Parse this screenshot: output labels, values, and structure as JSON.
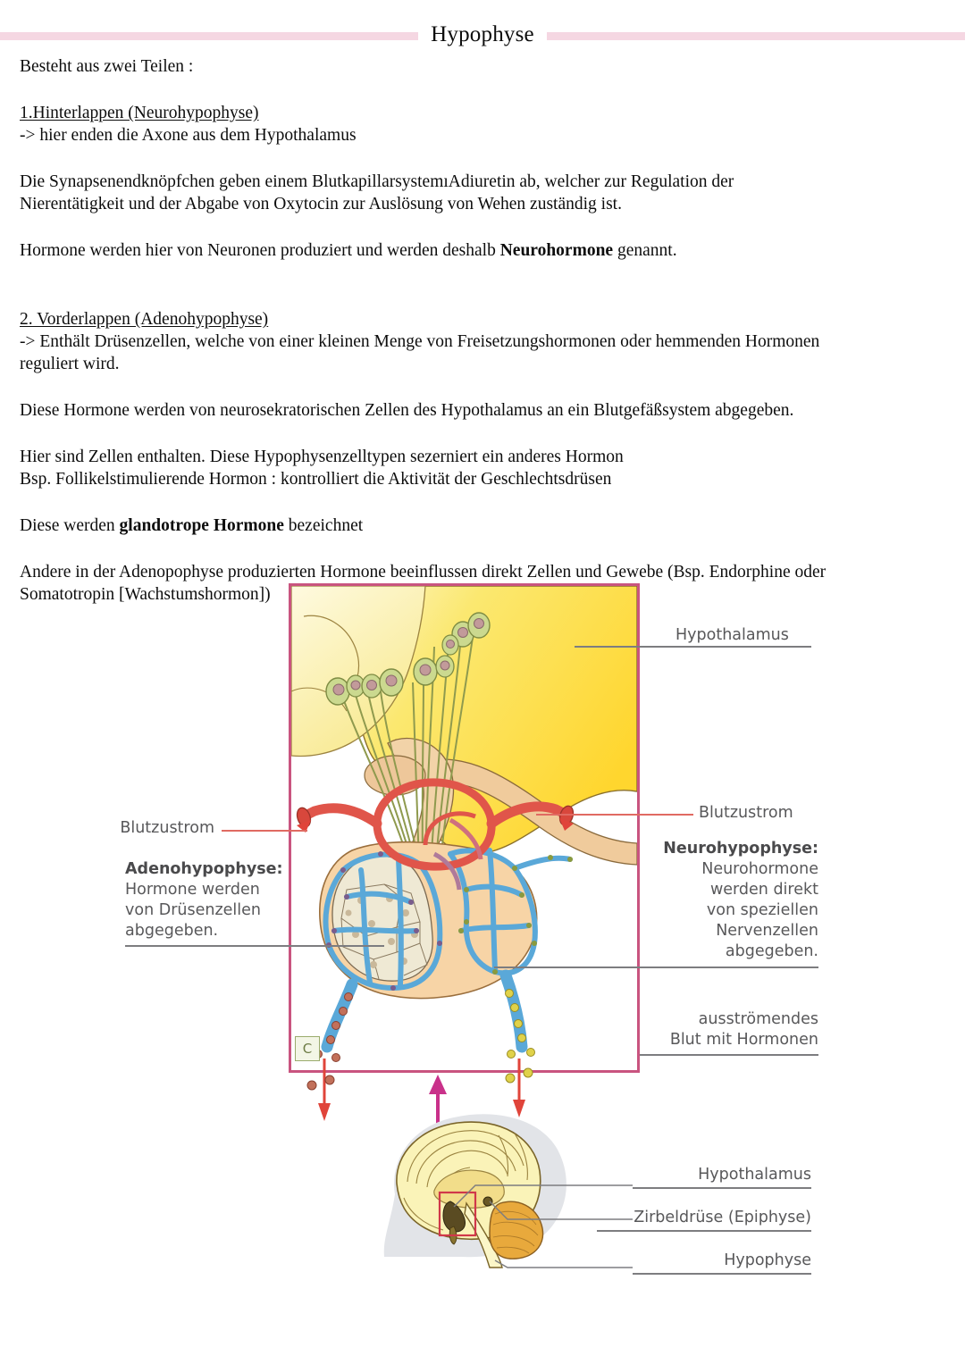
{
  "document": {
    "title": "Hypophyse",
    "intro": "Besteht aus zwei Teilen :",
    "section1_heading": "1.Hinterlappen (Neurohypophyse)",
    "section1_arrow": "-> hier enden die Axone aus dem Hypothalamus",
    "para1_line1": "Die Synapsenendknöpfchen geben einem BlutkapillarsystemıAdiuretin ab, welcher zur Regulation der",
    "para1_line2": "Nierentätigkeit  und der Abgabe von Oxytocin zur Auslösung von Wehen zuständig ist.",
    "para2_pre": "Hormone werden hier von Neuronen produziert und werden deshalb ",
    "para2_bold": "Neurohormone",
    "para2_post": " genannt.",
    "section2_heading": "2. Vorderlappen (Adenohypophyse)",
    "section2_line1": "-> Enthält Drüsenzellen, welche von einer kleinen Menge von Freisetzungshormonen oder hemmenden Hormonen",
    "section2_line2": "reguliert wird.",
    "para3": "Diese Hormone werden von neurosekratorischen Zellen des Hypothalamus an ein Blutgefäßsystem abgegeben.",
    "para4_line1": "Hier sind Zellen enthalten. Diese Hypophysenzelltypen sezerniert ein anderes Hormon",
    "para4_line2": "Bsp. Follikelstimulierende Hormon : kontrolliert die Aktivität der Geschlechtsdrüsen",
    "para5_pre": "Diese werden ",
    "para5_bold": "glandotrope Hormone",
    "para5_post": " bezeichnet",
    "para6_line1": "Andere in der Adenopophyse produzierten Hormone beeinflussen direkt Zellen und Gewebe (Bsp. Endorphine oder",
    "para6_line2": "Somatotropin [Wachstumshormon])"
  },
  "figure": {
    "panel_marker": "C",
    "labels": {
      "hypothalamus_top": "Hypothalamus",
      "blutzustrom_right": "Blutzustrom",
      "blutzustrom_left": "Blutzustrom",
      "adeno_title": "Adenohypophyse:",
      "adeno_l1": "Hormone werden",
      "adeno_l2": "von Drüsenzellen",
      "adeno_l3": "abgegeben.",
      "neuro_title": "Neurohypophyse:",
      "neuro_l1": "Neurohormone",
      "neuro_l2": "werden direkt",
      "neuro_l3": "von speziellen",
      "neuro_l4": "Nervenzellen",
      "neuro_l5": "abgegeben.",
      "outflow_l1": "ausströmendes",
      "outflow_l2": "Blut mit Hormonen"
    },
    "brain_labels": {
      "hypothalamus": "Hypothalamus",
      "zirbeldruese": "Zirbeldrüse (Epiphyse)",
      "hypophyse": "Hypophyse"
    }
  },
  "colors": {
    "title_rule": "#f5d7e2",
    "panel_border": "#c9547f",
    "label_gray": "#58585a",
    "artery_red": "#e0554a",
    "vein_blue": "#5aa8d8",
    "brain_yellow": "#ffd93d",
    "tissue_tan": "#f2c99a",
    "neuron_green": "#c5d68a",
    "marker_green": "#9aab6d"
  }
}
